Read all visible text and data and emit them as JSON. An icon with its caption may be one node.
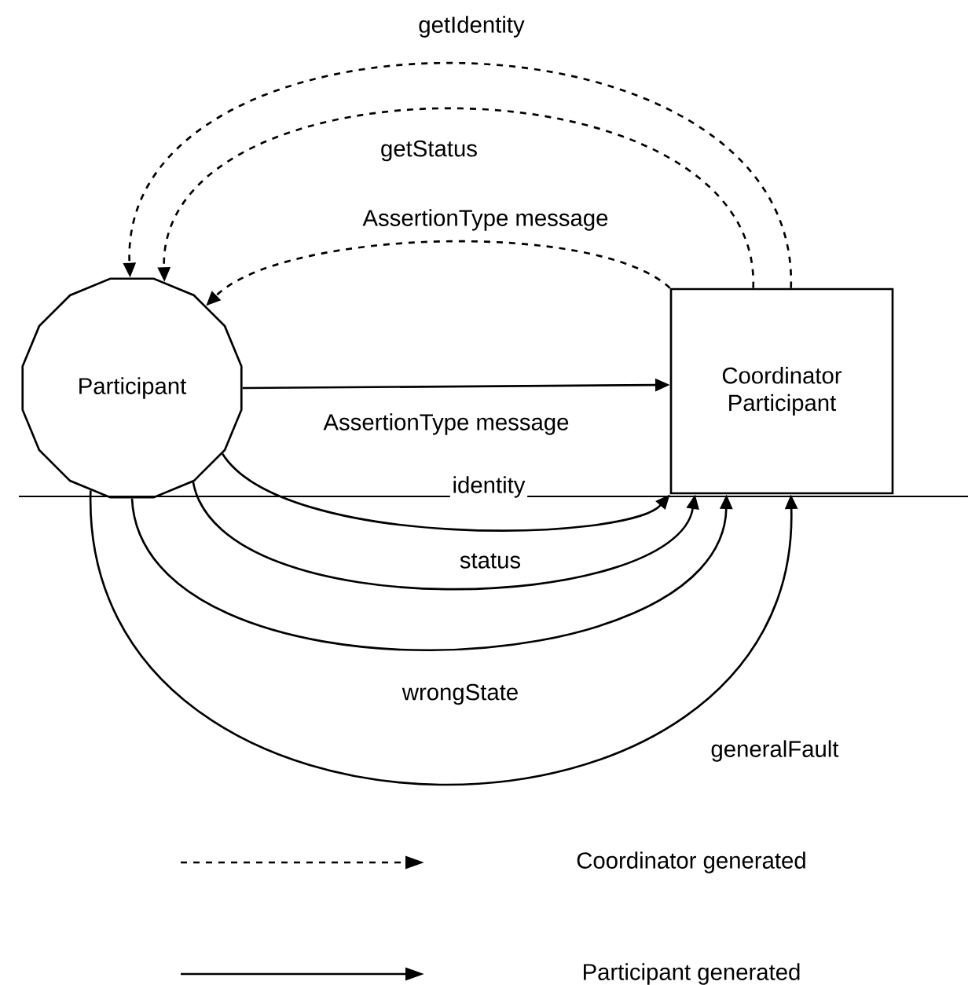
{
  "diagram": {
    "nodes": [
      {
        "text": [
          "Participant"
        ]
      },
      {
        "text": [
          "Coordinator Participant"
        ]
      }
    ],
    "edges": [
      {
        "from": 1,
        "to": 0,
        "arrow": "to",
        "label": "getIdentity",
        "style": "dashed"
      },
      {
        "from": 1,
        "to": 0,
        "arrow": "to",
        "label": "getStatus",
        "style": "dashed"
      },
      {
        "from": 1,
        "to": 0,
        "arrow": "to",
        "label": "AssertionType message",
        "style": "dashed"
      },
      {
        "from": 0,
        "to": 1,
        "arrow": "to",
        "label": "AssertionType message"
      },
      {
        "from": 0,
        "to": 1,
        "arrow": "to",
        "label": "identity"
      },
      {
        "from": 0,
        "to": 1,
        "arrow": "to",
        "label": "status"
      },
      {
        "from": 0,
        "to": 1,
        "arrow": "to",
        "label": "wrongState"
      },
      {
        "from": 0,
        "to": 1,
        "arrow": "to",
        "label": "generalFault"
      }
    ],
    "legend": [
      {
        "text": "Coordinator generated"
      },
      {
        "text": "Participant generated"
      }
    ]
  }
}
